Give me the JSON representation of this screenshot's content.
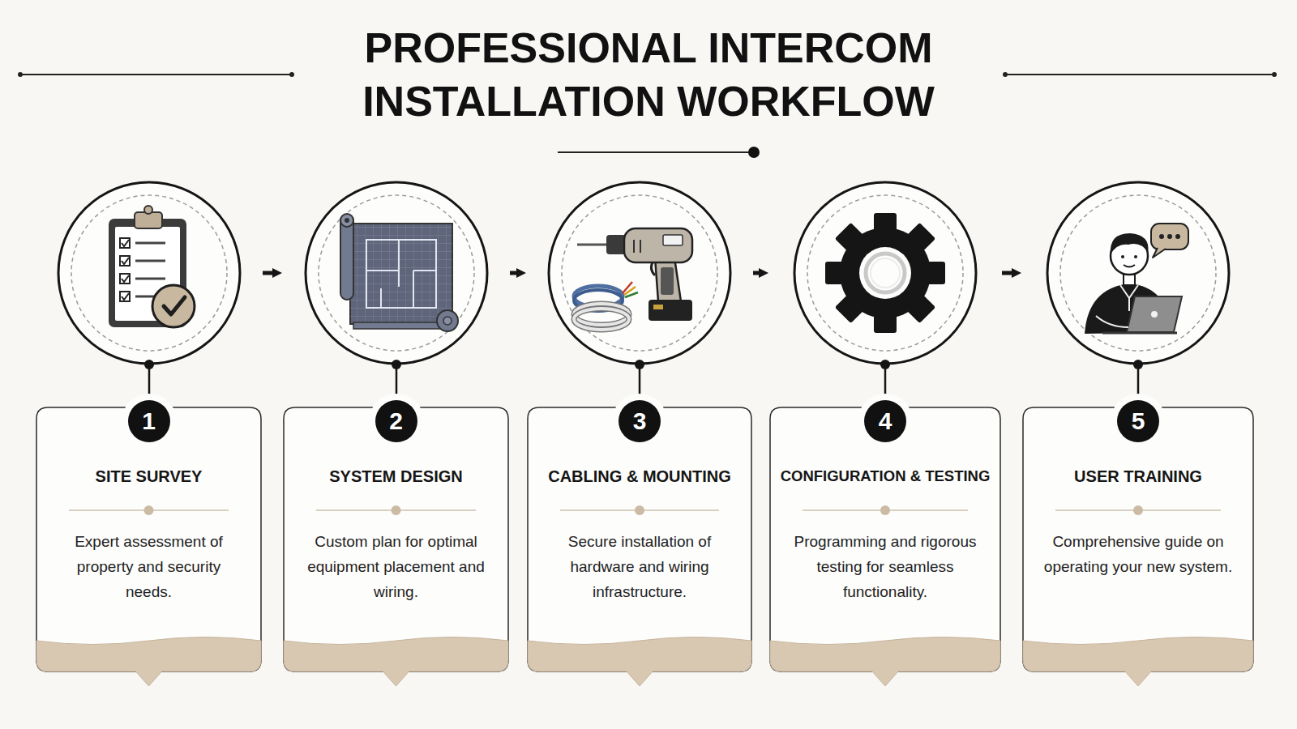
{
  "diagram": {
    "title": "PROFESSIONAL INTERCOM INSTALLATION WORKFLOW",
    "nodes": [
      {
        "text": [
          "1",
          "SITE SURVEY",
          "Expert assessment of property and security needs."
        ]
      },
      {
        "text": [
          "2",
          "SYSTEM DESIGN",
          "Custom plan for optimal equipment placement and wiring."
        ]
      },
      {
        "text": [
          "3",
          "CABLING & MOUNTING",
          "Secure installation of hardware and wiring infrastructure."
        ]
      },
      {
        "text": [
          "4",
          "CONFIGURATION & TESTING",
          "Programming and rigorous testing for seamless functionality."
        ]
      },
      {
        "text": [
          "5",
          "USER TRAINING",
          "Comprehensive guide on operating your new system."
        ]
      }
    ],
    "edges": [
      {
        "from": 0,
        "to": 1,
        "arrow": "to"
      },
      {
        "from": 1,
        "to": 2,
        "arrow": "to"
      },
      {
        "from": 2,
        "to": 3,
        "arrow": "to"
      },
      {
        "from": 3,
        "to": 4,
        "arrow": "to"
      }
    ]
  }
}
